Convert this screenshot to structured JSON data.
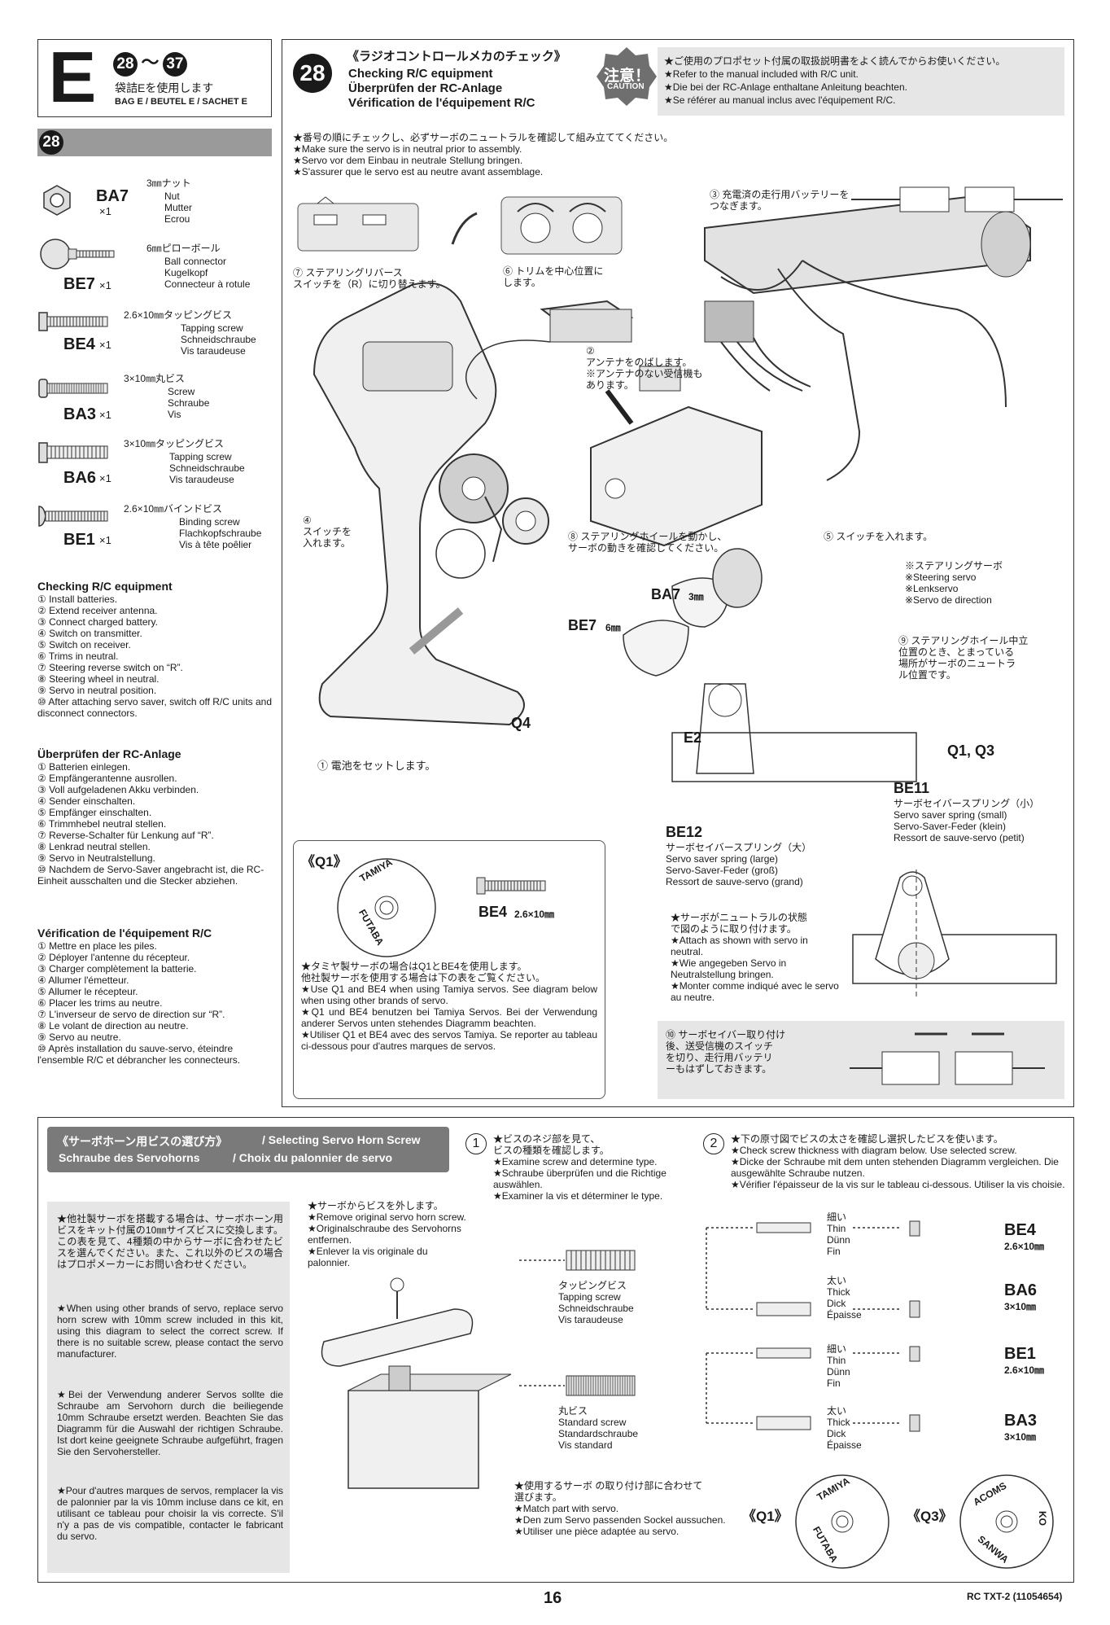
{
  "header": {
    "letter": "E",
    "step_from": "28",
    "step_to": "37",
    "bag_ja": "袋詰Eを使用します",
    "bag_multi": "BAG E / BEUTEL E / SACHET E"
  },
  "step28": {
    "number": "28",
    "title_ja": "《ラジオコントロールメカのチェック》",
    "title_en": "Checking R/C equipment",
    "title_de": "Überprüfen der RC-Anlage",
    "title_fr": "Vérification de l'équipement R/C",
    "caution_ja": "注意！",
    "caution_en": "CAUTION",
    "caution_lines": [
      "★ご使用のプロポセット付属の取扱説明書をよく読んでからお使いください。",
      "★Refer to the manual included with R/C unit.",
      "★Die bei der RC-Anlage enthaltane Anleitung beachten.",
      "★Se référer au manual inclus avec l'équipement R/C."
    ],
    "instruction_lines": [
      "★番号の順にチェックし、必ずサーボのニュートラルを確認して組み立ててください。",
      "★Make sure the servo is in neutral prior to assembly.",
      "★Servo vor dem Einbau in neutrale Stellung bringen.",
      "★S'assurer que le servo est au neutre avant assemblage."
    ]
  },
  "parts": [
    {
      "code": "BA7",
      "qty": "×1",
      "ja": "3㎜ナット",
      "names": "Nut\nMutter\nEcrou"
    },
    {
      "code": "BE7",
      "qty": "×1",
      "ja": "6㎜ピローボール",
      "names": "Ball connector\nKugelkopf\nConnecteur à rotule"
    },
    {
      "code": "BE4",
      "qty": "×1",
      "ja": "2.6×10㎜タッピングビス",
      "names": "Tapping screw\nSchneidschraube\nVis taraudeuse"
    },
    {
      "code": "BA3",
      "qty": "×1",
      "ja": "3×10㎜丸ビス",
      "names": "Screw\nSchraube\nVis"
    },
    {
      "code": "BA6",
      "qty": "×1",
      "ja": "3×10㎜タッピングビス",
      "names": "Tapping screw\nSchneidschraube\nVis taraudeuse"
    },
    {
      "code": "BE1",
      "qty": "×1",
      "ja": "2.6×10㎜バインドビス",
      "names": "Binding screw\nFlachkopfschraube\nVis à tête poêlier"
    }
  ],
  "checklists": [
    {
      "title": "Checking R/C equipment",
      "items": [
        "① Install batteries.",
        "② Extend receiver antenna.",
        "③ Connect charged battery.",
        "④ Switch on transmitter.",
        "⑤ Switch on receiver.",
        "⑥ Trims in neutral.",
        "⑦ Steering reverse switch on “R”.",
        "⑧ Steering wheel in neutral.",
        "⑨ Servo in neutral position.",
        "⑩ After attaching servo saver, switch off R/C units and disconnect connectors."
      ]
    },
    {
      "title": "Überprüfen der RC-Anlage",
      "items": [
        "① Batterien einlegen.",
        "② Empfängerantenne ausrollen.",
        "③ Voll aufgeladenen Akku verbinden.",
        "④ Sender einschalten.",
        "⑤ Empfänger einschalten.",
        "⑥ Trimmhebel neutral stellen.",
        "⑦ Reverse-Schalter für Lenkung auf “R”.",
        "⑧ Lenkrad neutral stellen.",
        "⑨ Servo in Neutralstellung.",
        "⑩ Nachdem de Servo-Saver angebracht ist, die RC-Einheit ausschalten und die Stecker abziehen."
      ]
    },
    {
      "title": "Vérification de l'équipement R/C",
      "items": [
        "① Mettre en place les piles.",
        "② Déployer l'antenne du récepteur.",
        "③ Charger complètement la batterie.",
        "④ Allumer l'émetteur.",
        "⑤ Allumer le récepteur.",
        "⑥ Placer les trims au neutre.",
        "⑦ L'inverseur de servo de direction sur “R”.",
        "⑧ Le volant de direction au neutre.",
        "⑨ Servo au neutre.",
        "⑩ Après installation du sauve-servo, éteindre l'ensemble R/C et débrancher les connecteurs."
      ]
    }
  ],
  "diagram": {
    "c1": "① 電池をセットします。",
    "c2": "②\nアンテナをのばします。\n※アンテナのない受信機も\nあります。",
    "c3": "③ 充電済の走行用バッテリーを\nつなぎます。",
    "c4": "④\nスイッチを\n入れます。",
    "c5": "⑤ スイッチを入れます。",
    "c6": "⑥ トリムを中心位置に\nします。",
    "c7": "⑦ ステアリングリバース\nスイッチを（R）に切り替えます。",
    "c8": "⑧ ステアリングホイールを動かし、\nサーボの動きを確認してください。",
    "c9": "⑨ ステアリングホイール中立\n位置のとき、とまっている\n場所がサーボのニュートラ\nル位置です。",
    "servo_note": "※ステアリングサーボ\n※Steering servo\n※Lenkservo\n※Servo de direction",
    "labels": {
      "ba7": "BA7",
      "ba7_size": "3㎜",
      "be7": "BE7",
      "be7_size": "6㎜",
      "q4": "Q4",
      "e2": "E2",
      "q1q3": "Q1, Q3",
      "be11": "BE11",
      "be12": "BE12"
    },
    "be11_text": "サーボセイバースプリング（小）\nServo saver spring (small)\nServo-Saver-Feder (klein)\nRessort de sauve-servo (petit)",
    "be12_text": "サーボセイバースプリング（大）\nServo saver spring (large)\nServo-Saver-Feder (groß)\nRessort de sauve-servo (grand)"
  },
  "q1box": {
    "title": "《Q1》",
    "seal_top": "TAMIYA",
    "seal_bottom": "FUTABA",
    "screw_label": "BE4",
    "screw_size": "2.6×10㎜",
    "text": "★タミヤ製サーボの場合はQ1とBE4を使用します。\n他社製サーボを使用する場合は下の表をご覧ください。\n★Use Q1 and BE4 when using Tamiya servos. See diagram below when using other brands of servo.\n★Q1 und BE4 benutzen bei Tamiya Servos. Bei der Verwendung anderer Servos unten stehendes Diagramm beachten.\n★Utiliser Q1 et BE4 avec des servos Tamiya. Se reporter au tableau ci-dessous pour d'autres marques de servos."
  },
  "neutral_note": "★サーボがニュートラルの状態\nで図のように取り付けます。\n★Attach as shown with servo in neutral.\n★Wie angegeben Servo in Neutralstellung bringen.\n★Monter comme indiqué avec le servo au neutre.",
  "step10_note": "⑩ サーボセイバー取り付け\n後、送受信機のスイッチ\nを切り、走行用バッテリ\nーもはずしておきます。",
  "bottom": {
    "title_ja": "《サーボホーン用ビスの選び方》",
    "title_en": "/ Selecting Servo Horn Screw",
    "title_de": "Schraube des Servohorns",
    "title_fr": "/ Choix du palonnier de servo",
    "intro_ja": "★他社製サーボを搭載する場合は、サーボホーン用ビスをキット付属の10㎜サイズビスに交換します。この表を見て、4種類の中からサーボに合わせたビスを選んでください。また、これ以外のビスの場合はプロポメーカーにお問い合わせください。",
    "intro_en": "★When using other brands of servo, replace servo horn screw with 10mm screw included in this kit, using this diagram to select the correct screw. If there is no suitable screw, please contact the servo manufacturer.",
    "intro_de": "★Bei der Verwendung anderer Servos sollte die Schraube am Servohorn durch die beiliegende 10mm Schraube ersetzt werden. Beachten Sie das Diagramm für die Auswahl der richtigen Schraube. Ist dort keine geeignete Schraube aufgeführt, fragen Sie den Servohersteller.",
    "intro_fr": "★Pour d'autres marques de servos, remplacer la vis de palonnier par la vis 10mm incluse dans ce kit, en utilisant ce tableau pour choisir la vis correcte. S'il n'y a pas de vis compatible, contacter le fabricant du servo.",
    "remove": "★サーボからビスを外します。\n★Remove original servo horn screw.\n★Originalschraube des Servohorns entfernen.\n★Enlever la vis originale du palonnier.",
    "s1_num": "1",
    "s1": "★ビスのネジ部を見て、\nビスの種類を確認します。\n★Examine screw and determine type.\n★Schraube überprüfen und die Richtige auswählen.\n★Examiner la vis et déterminer le type.",
    "s2_num": "2",
    "s2": "★下の原寸図でビスの太さを確認し選択したビスを使います。\n★Check screw thickness with diagram below. Use selected screw.\n★Dicke der Schraube mit dem unten stehenden Diagramm vergleichen. Die ausgewählte Schraube nutzen.\n★Vérifier l'épaisseur de la vis sur le tableau ci-dessous. Utiliser la vis choisie.",
    "tapping": "タッピングビス\nTapping screw\nSchneidschraube\nVis taraudeuse",
    "round": "丸ビス\nStandard screw\nStandardschraube\nVis standard",
    "thin": "細い\nThin\nDünn\nFin",
    "thick": "太い\nThick\nDick\nÉpaisse",
    "rows": [
      {
        "code": "BE4",
        "size": "2.6×10㎜"
      },
      {
        "code": "BA6",
        "size": "3×10㎜"
      },
      {
        "code": "BE1",
        "size": "2.6×10㎜"
      },
      {
        "code": "BA3",
        "size": "3×10㎜"
      }
    ],
    "match": "★使用するサーボ の取り付け部に合わせて\n選びます。\n★Match part with servo.\n★Den zum Servo passenden Sockel aussuchen.\n★Utiliser une pièce adaptée au servo.",
    "q1": "《Q1》",
    "q3": "《Q3》",
    "q1_top": "TAMIYA",
    "q1_bottom": "FUTABA",
    "q3_top": "ACOMS",
    "q3_right": "KO",
    "q3_bottom": "SANWA"
  },
  "footer": {
    "page": "16",
    "code": "RC TXT-2 (11054654)"
  }
}
